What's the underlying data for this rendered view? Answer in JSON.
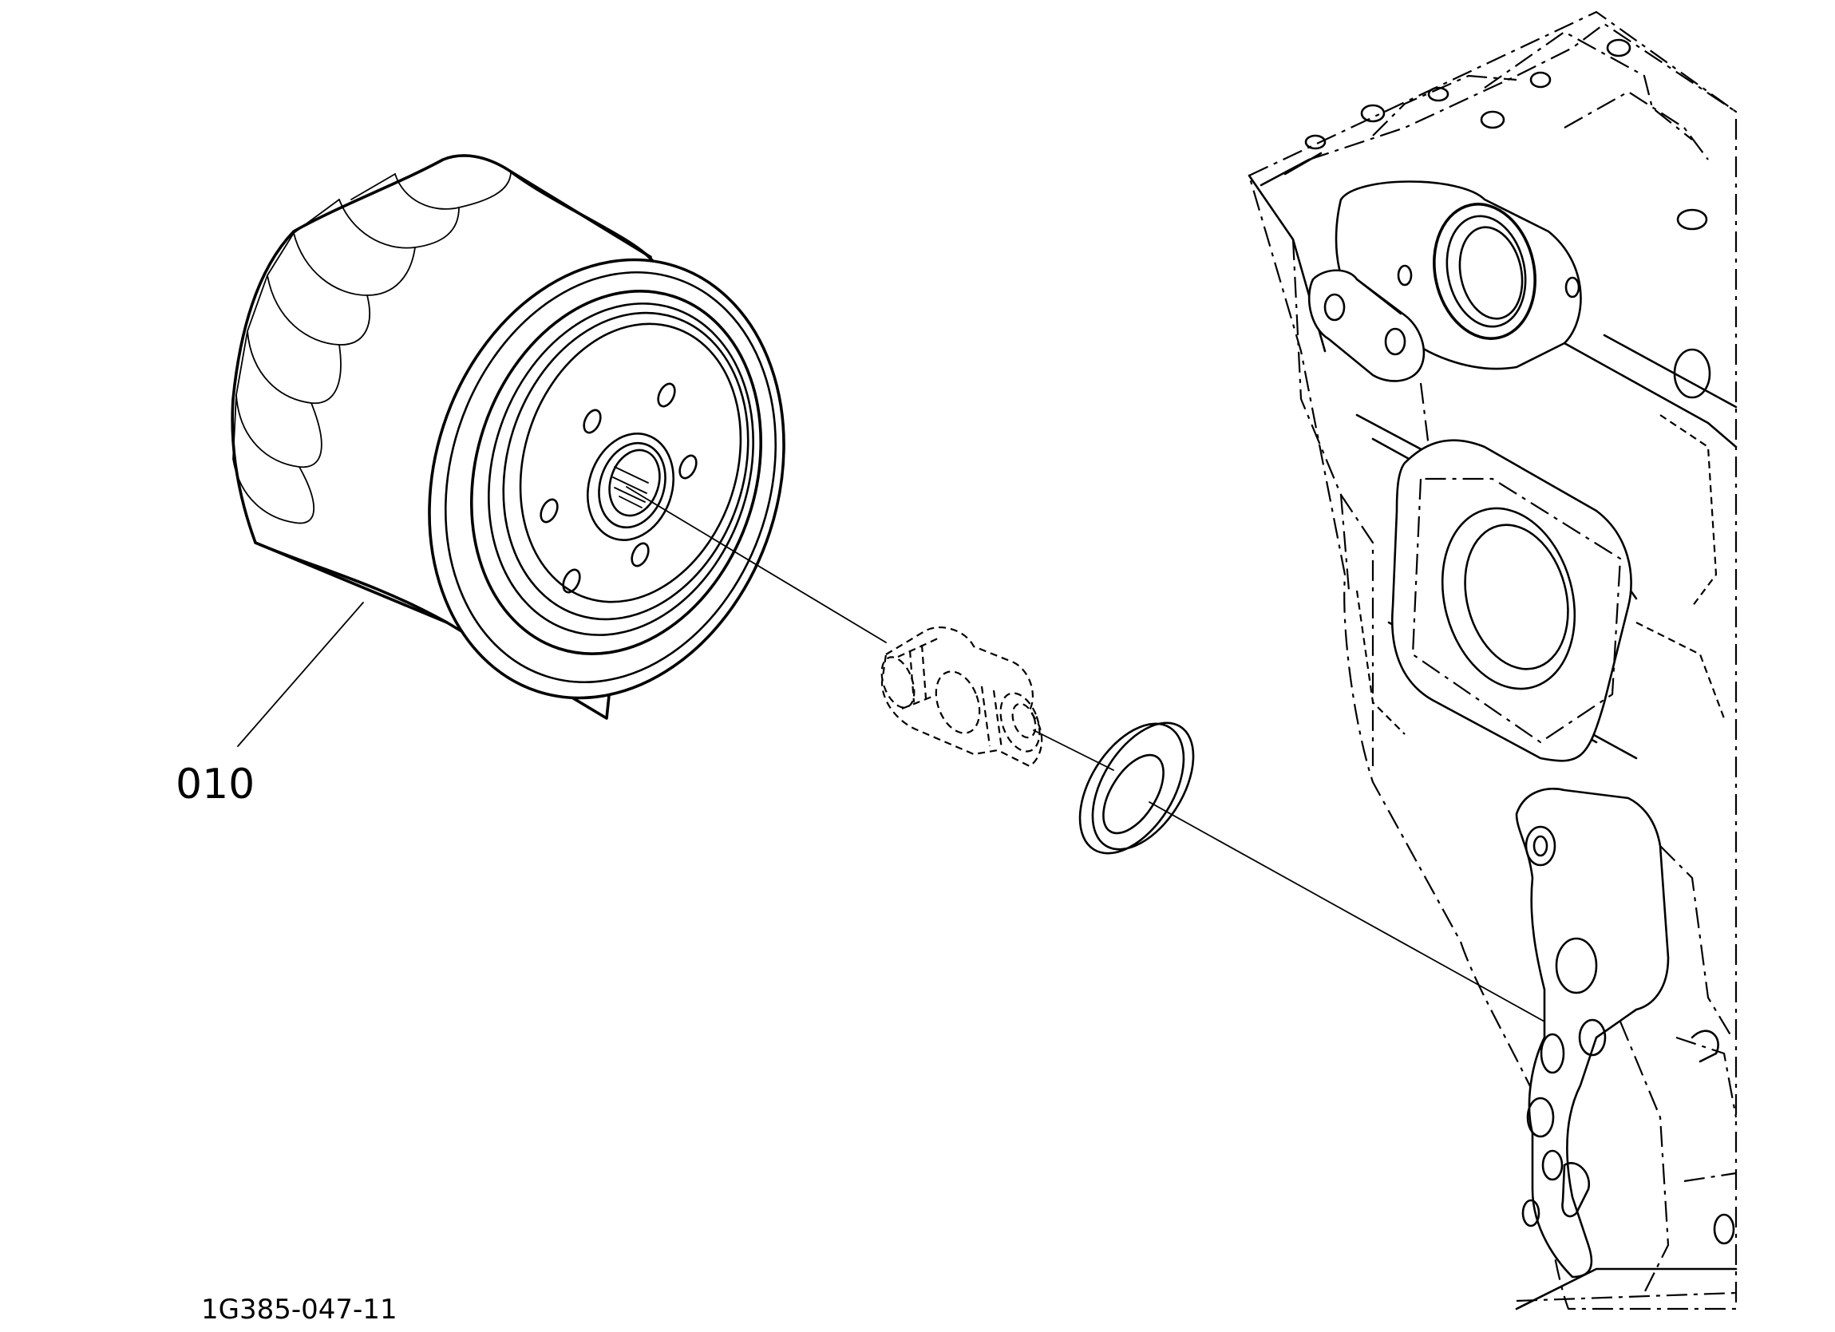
{
  "diagram": {
    "callouts": [
      {
        "id": "callout-010",
        "label": "010",
        "part": "oil-filter-cartridge"
      }
    ],
    "drawing_number": "1G385-047-11",
    "parts": [
      {
        "name": "oil-filter-cartridge",
        "label": "010"
      },
      {
        "name": "threaded-joint-nipple",
        "label": ""
      },
      {
        "name": "sealing-washer",
        "label": ""
      },
      {
        "name": "engine-crankcase",
        "label": ""
      }
    ],
    "colors": {
      "line": "#000000",
      "background": "#ffffff"
    }
  }
}
